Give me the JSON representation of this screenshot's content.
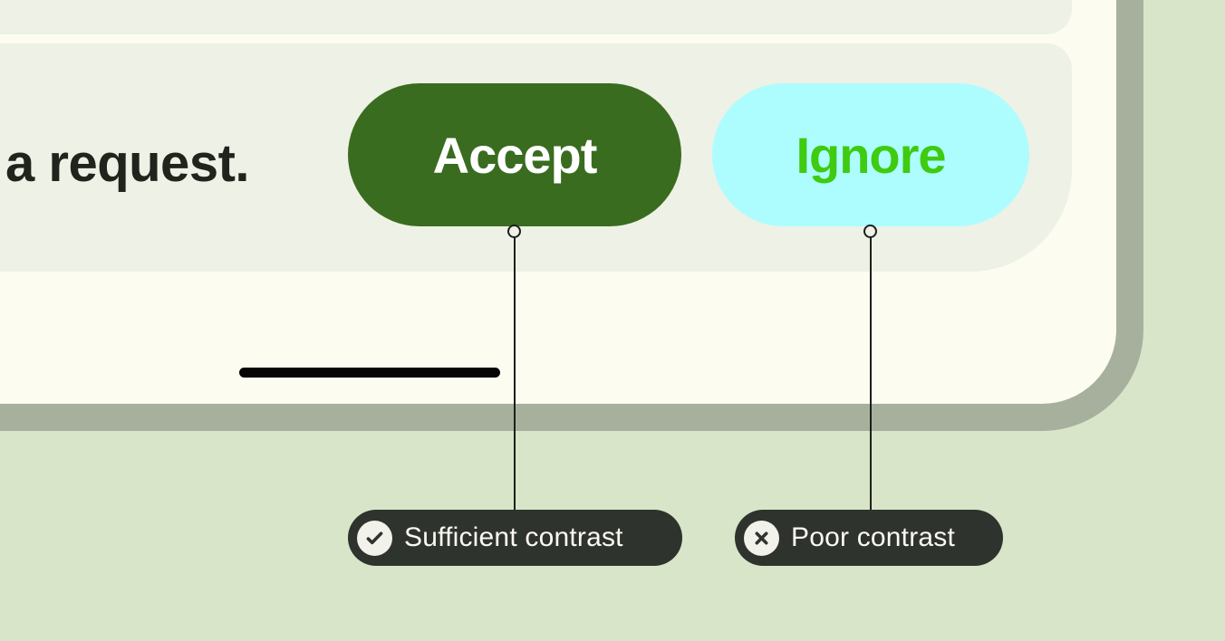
{
  "phone": {
    "message_text": "a request.",
    "buttons": [
      {
        "label": "Accept"
      },
      {
        "label": "Ignore"
      }
    ],
    "home_indicator": "home-indicator-bar"
  },
  "annotations": [
    {
      "label": "Sufficient contrast",
      "icon": "check-circle-icon"
    },
    {
      "label": "Poor contrast",
      "icon": "x-circle-icon"
    }
  ],
  "colors": {
    "page-bg": "#d8e5c8",
    "device-frame": "#a7b09c",
    "screen-bg": "#fdfcf0",
    "card-bg": "#eef1e5",
    "accept-bg": "#3a6c20",
    "accept-text": "#ffffff",
    "ignore-bg": "#adfdff",
    "ignore-text": "#3ecb10",
    "message-text": "#20241d",
    "badge-bg": "#2e332d",
    "badge-text": "#faf9f2",
    "badge-icon-bg": "#f2f1ea",
    "connector": "#1d201c",
    "home-bar": "#050505"
  }
}
